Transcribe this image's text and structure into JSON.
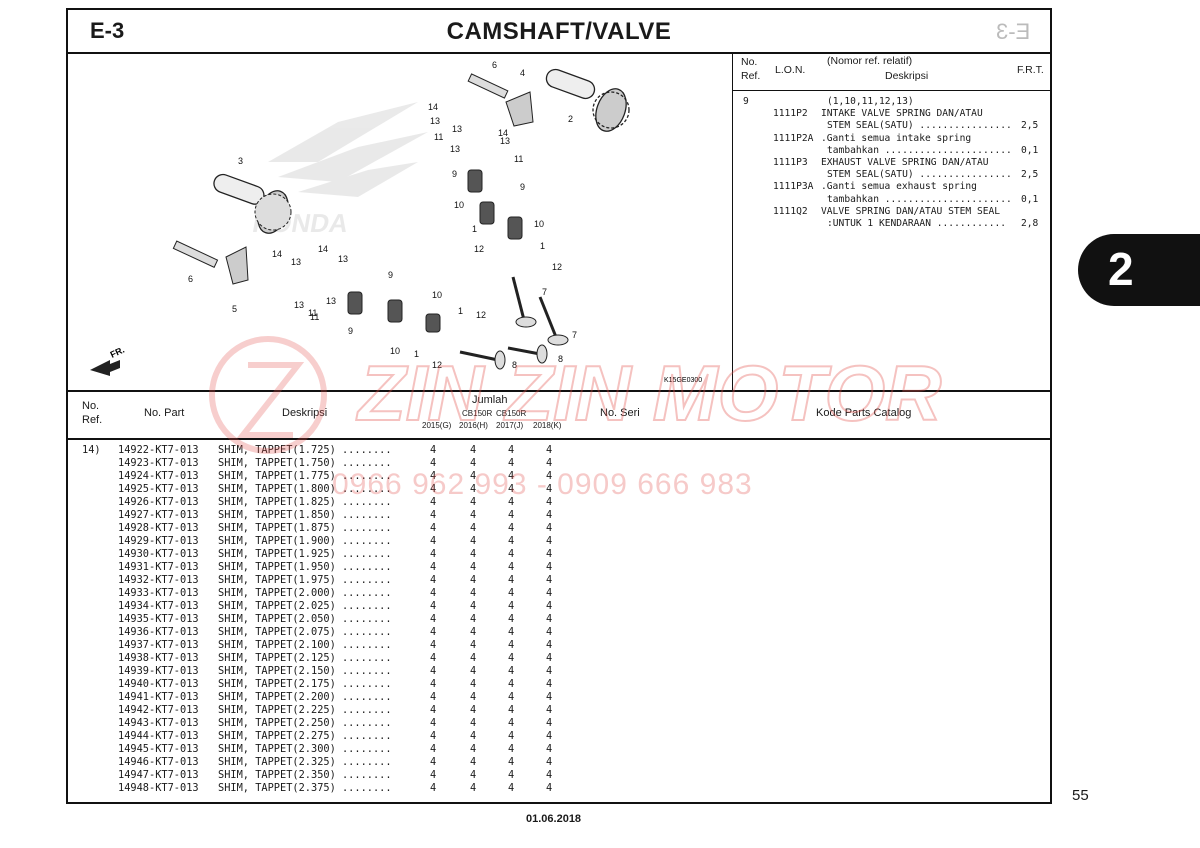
{
  "header": {
    "code": "E-3",
    "title": "CAMSHAFT/VALVE",
    "mirror_code": "E-3"
  },
  "diagram": {
    "ref_code": "K15GE0300",
    "fr_label": "FR.",
    "callouts": [
      "6",
      "4",
      "2",
      "14",
      "13",
      "13",
      "14",
      "11",
      "13",
      "3",
      "13",
      "11",
      "9",
      "9",
      "10",
      "10",
      "1",
      "12",
      "1",
      "12",
      "14",
      "14",
      "13",
      "13",
      "11",
      "7",
      "6",
      "5",
      "13",
      "11",
      "13",
      "9",
      "10",
      "9",
      "10",
      "1",
      "12",
      "7",
      "12",
      "1",
      "8",
      "8"
    ]
  },
  "ref_panel": {
    "col_no": "No.",
    "col_ref": "Ref.",
    "col_lon": "L.O.N.",
    "col_desc_top": "(Nomor ref. relatif)",
    "col_desc": "Deskripsi",
    "col_frt": "F.R.T.",
    "ref_no": "9",
    "rows": [
      {
        "lon": "",
        "desc": "(1,10,11,12,13)",
        "frt": ""
      },
      {
        "lon": "1111P2",
        "desc": "INTAKE VALVE SPRING DAN/ATAU",
        "frt": ""
      },
      {
        "lon": "",
        "desc": "STEM SEAL(SATU) ................",
        "frt": "2,5"
      },
      {
        "lon": "1111P2A",
        "desc": ".Ganti semua intake spring",
        "frt": ""
      },
      {
        "lon": "",
        "desc": "tambahkan ......................",
        "frt": "0,1"
      },
      {
        "lon": "1111P3",
        "desc": "EXHAUST VALVE SPRING DAN/ATAU",
        "frt": ""
      },
      {
        "lon": "",
        "desc": "STEM SEAL(SATU) ................",
        "frt": "2,5"
      },
      {
        "lon": "1111P3A",
        "desc": ".Ganti semua exhaust spring",
        "frt": ""
      },
      {
        "lon": "",
        "desc": "tambahkan ......................",
        "frt": "0,1"
      },
      {
        "lon": "1111Q2",
        "desc": "VALVE SPRING DAN/ATAU STEM SEAL",
        "frt": ""
      },
      {
        "lon": "",
        "desc": ":UNTUK 1 KENDARAAN ............",
        "frt": "2,8"
      }
    ]
  },
  "table": {
    "col_no": "No.",
    "col_ref": "Ref.",
    "col_part": "No. Part",
    "col_desc": "Deskripsi",
    "col_qty": "Jumlah",
    "col_model_a": "CB150R",
    "col_model_b": "CB150R",
    "years": [
      "2015(G)",
      "2016(H)",
      "2017(J)",
      "2018(K)"
    ],
    "col_serial": "No. Seri",
    "col_catalog": "Kode Parts Catalog",
    "ref_no": "14)",
    "rows": [
      {
        "part": "14922-KT7-013",
        "desc": "SHIM, TAPPET(1.725) ........",
        "q": [
          "4",
          "4",
          "4",
          "4"
        ]
      },
      {
        "part": "14923-KT7-013",
        "desc": "SHIM, TAPPET(1.750) ........",
        "q": [
          "4",
          "4",
          "4",
          "4"
        ]
      },
      {
        "part": "14924-KT7-013",
        "desc": "SHIM, TAPPET(1.775) ........",
        "q": [
          "4",
          "4",
          "4",
          "4"
        ]
      },
      {
        "part": "14925-KT7-013",
        "desc": "SHIM, TAPPET(1.800) ........",
        "q": [
          "4",
          "4",
          "4",
          "4"
        ]
      },
      {
        "part": "14926-KT7-013",
        "desc": "SHIM, TAPPET(1.825) ........",
        "q": [
          "4",
          "4",
          "4",
          "4"
        ]
      },
      {
        "part": "14927-KT7-013",
        "desc": "SHIM, TAPPET(1.850) ........",
        "q": [
          "4",
          "4",
          "4",
          "4"
        ]
      },
      {
        "part": "14928-KT7-013",
        "desc": "SHIM, TAPPET(1.875) ........",
        "q": [
          "4",
          "4",
          "4",
          "4"
        ]
      },
      {
        "part": "14929-KT7-013",
        "desc": "SHIM, TAPPET(1.900) ........",
        "q": [
          "4",
          "4",
          "4",
          "4"
        ]
      },
      {
        "part": "14930-KT7-013",
        "desc": "SHIM, TAPPET(1.925) ........",
        "q": [
          "4",
          "4",
          "4",
          "4"
        ]
      },
      {
        "part": "14931-KT7-013",
        "desc": "SHIM, TAPPET(1.950) ........",
        "q": [
          "4",
          "4",
          "4",
          "4"
        ]
      },
      {
        "part": "14932-KT7-013",
        "desc": "SHIM, TAPPET(1.975) ........",
        "q": [
          "4",
          "4",
          "4",
          "4"
        ]
      },
      {
        "part": "14933-KT7-013",
        "desc": "SHIM, TAPPET(2.000) ........",
        "q": [
          "4",
          "4",
          "4",
          "4"
        ]
      },
      {
        "part": "14934-KT7-013",
        "desc": "SHIM, TAPPET(2.025) ........",
        "q": [
          "4",
          "4",
          "4",
          "4"
        ]
      },
      {
        "part": "14935-KT7-013",
        "desc": "SHIM, TAPPET(2.050) ........",
        "q": [
          "4",
          "4",
          "4",
          "4"
        ]
      },
      {
        "part": "14936-KT7-013",
        "desc": "SHIM, TAPPET(2.075) ........",
        "q": [
          "4",
          "4",
          "4",
          "4"
        ]
      },
      {
        "part": "14937-KT7-013",
        "desc": "SHIM, TAPPET(2.100) ........",
        "q": [
          "4",
          "4",
          "4",
          "4"
        ]
      },
      {
        "part": "14938-KT7-013",
        "desc": "SHIM, TAPPET(2.125) ........",
        "q": [
          "4",
          "4",
          "4",
          "4"
        ]
      },
      {
        "part": "14939-KT7-013",
        "desc": "SHIM, TAPPET(2.150) ........",
        "q": [
          "4",
          "4",
          "4",
          "4"
        ]
      },
      {
        "part": "14940-KT7-013",
        "desc": "SHIM, TAPPET(2.175) ........",
        "q": [
          "4",
          "4",
          "4",
          "4"
        ]
      },
      {
        "part": "14941-KT7-013",
        "desc": "SHIM, TAPPET(2.200) ........",
        "q": [
          "4",
          "4",
          "4",
          "4"
        ]
      },
      {
        "part": "14942-KT7-013",
        "desc": "SHIM, TAPPET(2.225) ........",
        "q": [
          "4",
          "4",
          "4",
          "4"
        ]
      },
      {
        "part": "14943-KT7-013",
        "desc": "SHIM, TAPPET(2.250) ........",
        "q": [
          "4",
          "4",
          "4",
          "4"
        ]
      },
      {
        "part": "14944-KT7-013",
        "desc": "SHIM, TAPPET(2.275) ........",
        "q": [
          "4",
          "4",
          "4",
          "4"
        ]
      },
      {
        "part": "14945-KT7-013",
        "desc": "SHIM, TAPPET(2.300) ........",
        "q": [
          "4",
          "4",
          "4",
          "4"
        ]
      },
      {
        "part": "14946-KT7-013",
        "desc": "SHIM, TAPPET(2.325) ........",
        "q": [
          "4",
          "4",
          "4",
          "4"
        ]
      },
      {
        "part": "14947-KT7-013",
        "desc": "SHIM, TAPPET(2.350) ........",
        "q": [
          "4",
          "4",
          "4",
          "4"
        ]
      },
      {
        "part": "14948-KT7-013",
        "desc": "SHIM, TAPPET(2.375) ........",
        "q": [
          "4",
          "4",
          "4",
          "4"
        ]
      }
    ]
  },
  "section_tab": "2",
  "page_number": "55",
  "date": "01.06.2018",
  "watermark": {
    "brand": "ZIN ZIN MOTOR",
    "phone": "0966 962 993 - 0909 666 983",
    "color": "#e0504b"
  }
}
